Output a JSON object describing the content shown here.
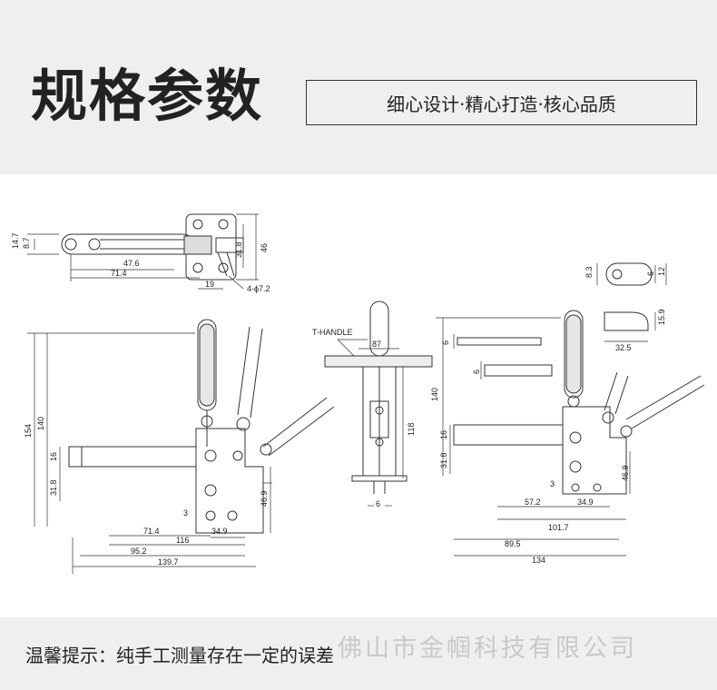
{
  "header": {
    "title": "规格参数",
    "slogan": "细心设计·精心打造·核心品质"
  },
  "drawing": {
    "labels": {
      "tl_147": "14.7",
      "tl_87": "8.7",
      "tl_476": "47.6",
      "tl_714": "71.4",
      "tl_318": "31.8",
      "tl_46": "46",
      "tl_19": "19",
      "tl_holes": "4-ϕ7.2",
      "main_154": "154",
      "main_140": "140",
      "main_16": "16",
      "main_318": "31.8",
      "main_3": "3",
      "main_469": "46.9",
      "main_714": "71.4",
      "main_349": "34.9",
      "main_116": "116",
      "main_952": "95.2",
      "main_1397": "139.7",
      "mid_thandle": "T-HANDLE",
      "mid_87": "87",
      "mid_118": "118",
      "mid_6": "6",
      "r_83": "8.3",
      "r_6a": "6",
      "r_12": "12",
      "r_159": "15.9",
      "r_325": "32.5",
      "r_6b": "6",
      "r_6c": "6",
      "r_140": "140",
      "r_16": "16",
      "r_318": "31.8",
      "r_3": "3",
      "r_469": "46.9",
      "r_572": "57.2",
      "r_349": "34.9",
      "r_1017": "101.7",
      "r_895": "89.5",
      "r_134": "134"
    }
  },
  "footer": {
    "notice": "温馨提示：纯手工测量存在一定的误差",
    "watermark": "佛山市金帼科技有限公司"
  }
}
